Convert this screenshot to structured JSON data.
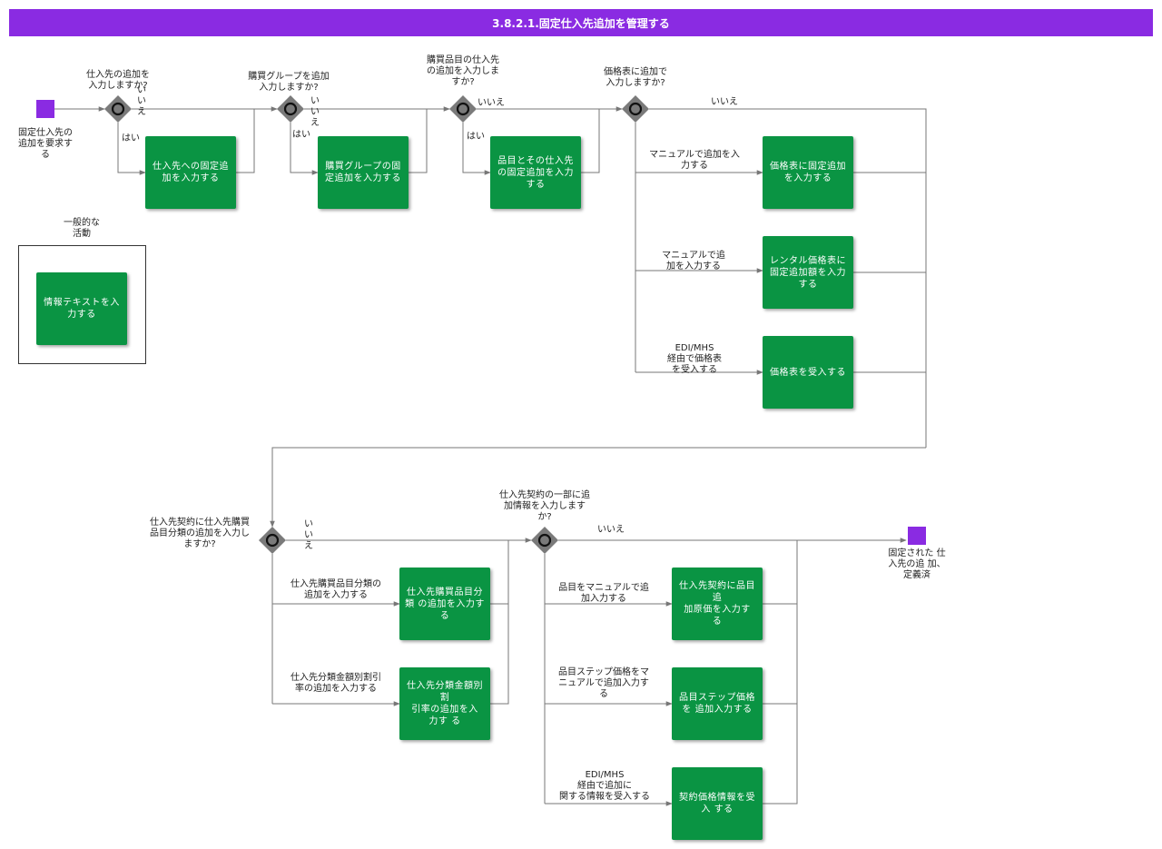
{
  "title": "3.8.2.1.固定仕入先追加を管理する",
  "start_label": "固定仕入先の\n追加を要求す\nる",
  "end_label": "固定された 仕\n入先の追 加、\n定義済",
  "legend": {
    "label": "一般的な\n活動",
    "task": "情報テキストを入\n力する"
  },
  "gateways": {
    "g1": "仕入先の追加を\n入力しますか?",
    "g2": "購買グループを追加\n入力しますか?",
    "g3": "購買品目の仕入先\nの追加を入力しま\nすか?",
    "g4": "価格表に追加で\n入力しますか?",
    "g5": "仕入先契約に仕入先購買\n品目分類の追加を入力し\nますか?",
    "g6": "仕入先契約の一部に追\n加情報を入力します\nか?"
  },
  "tasks": {
    "t1": "仕入先への固定追\n加を入力する",
    "t2": "購買グループの固\n定追加を入力する",
    "t3": "品目とその仕入先\nの固定追加を入力\nする",
    "t4": "価格表に固定追加\nを入力する",
    "t5": "レンタル価格表に\n固定追加額を入力\nする",
    "t6": "価格表を受入する",
    "t7": "仕入先購買品目分\n類 の追加を入力す\nる",
    "t8": "仕入先分類金額別\n割\n引率の追加を入\n力す る",
    "t9": "仕入先契約に品目\n追\n加原価を入力す\nる",
    "t10": "品目ステップ価格\nを 追加入力する",
    "t11": "契約価格情報を受\n入 する"
  },
  "flow_labels": {
    "yes": "はい",
    "no_vertical": "い\nい\nえ",
    "no": "いいえ",
    "f4a": "マニュアルで追加を入\n力する",
    "f4b": "マニュアルで追\n加を入力する",
    "f4c": "EDI/MHS\n経由で価格表\nを受入する",
    "f5a": "仕入先購買品目分類の\n追加を入力する",
    "f5b": "仕入先分類金額別割引\n率の追加を入力する",
    "f6a": "品目をマニュアルで追\n加入力する",
    "f6b": "品目ステップ価格をマ\nニュアルで追加入力す\nる",
    "f6c": "EDI/MHS\n経由で追加に\n関する情報を受入する"
  },
  "colors": {
    "task": "#0a9443",
    "event": "#8a2be2",
    "title_bar": "#8a2be2",
    "gateway": "#7a7a7a",
    "line": "#777777"
  }
}
